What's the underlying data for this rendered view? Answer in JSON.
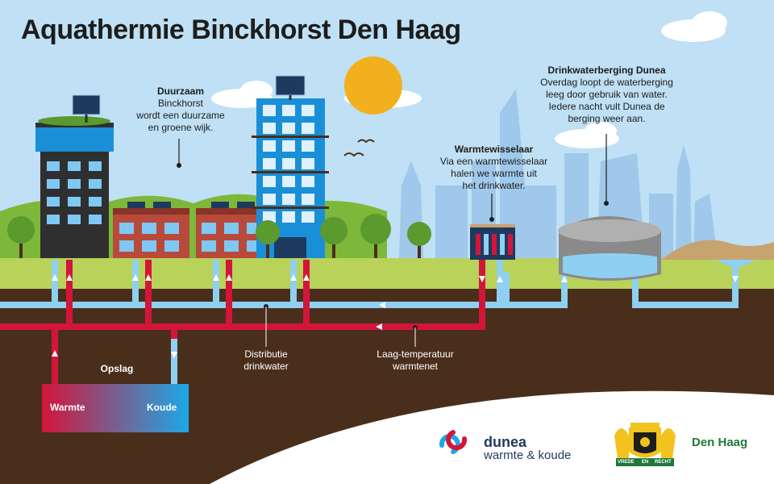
{
  "title": "Aquathermie Binckhorst Den Haag",
  "labels": {
    "duurzaam": {
      "head": "Duurzaam",
      "line1": "Binckhorst",
      "line2": "wordt een duurzame",
      "line3": "en groene wijk."
    },
    "warmtewisselaar": {
      "head": "Warmtewisselaar",
      "line1": "Via een warmtewisselaar",
      "line2": "halen we warmte uit",
      "line3": "het drinkwater."
    },
    "dunea_berging": {
      "head": "Drinkwaterberging Dunea",
      "line1": "Overdag loopt de waterberging",
      "line2": "leeg door gebruik van water.",
      "line3": "Iedere nacht vult Dunea de",
      "line4": "berging weer aan."
    },
    "opslag": "Opslag",
    "warmte": "Warmte",
    "koude": "Koude",
    "distributie": {
      "line1": "Distributie",
      "line2": "drinkwater"
    },
    "laagtemp": {
      "line1": "Laag-temperatuur",
      "line2": "warmtenet"
    }
  },
  "logos": {
    "dunea_name": "dunea",
    "dunea_sub": "warmte & koude",
    "den_haag": "Den Haag",
    "motto_left": "VREDE",
    "motto_mid": "EN",
    "motto_right": "RECHT"
  },
  "colors": {
    "sky": "#bfe0f5",
    "grass": "#b9d25a",
    "soil": "#4a2e1c",
    "warm_pipe": "#d3153a",
    "cold_pipe": "#8fd0f2",
    "sun": "#f2b01e"
  }
}
